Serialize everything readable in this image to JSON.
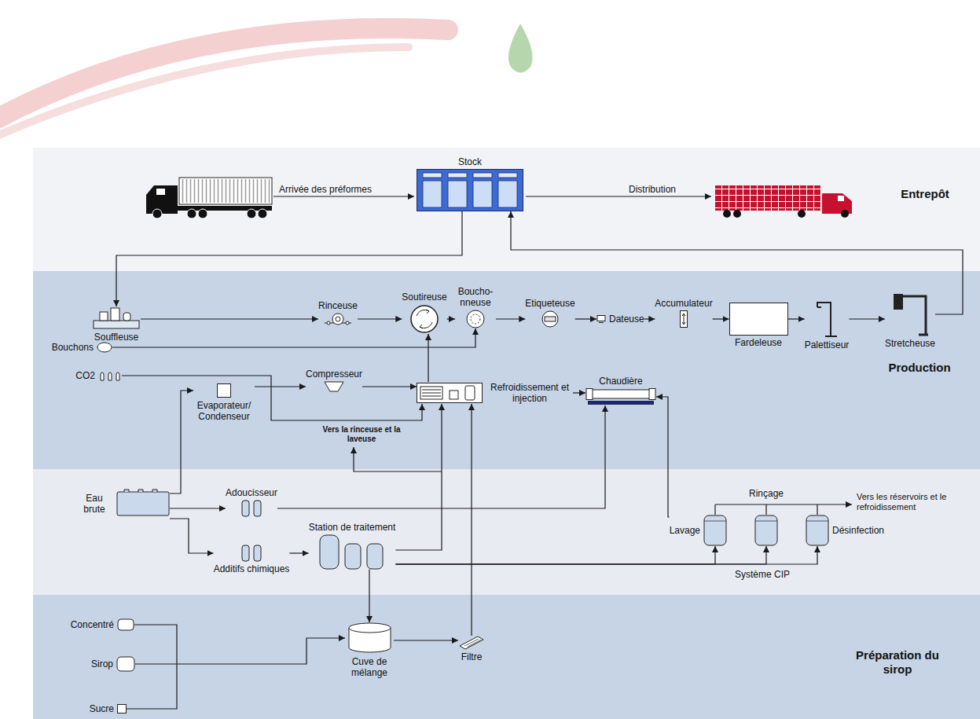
{
  "diagram": {
    "nodes": [
      {
        "text": [
          "Entrepôt"
        ]
      },
      {
        "text": [
          "Stock"
        ],
        "in": 0
      },
      {
        "text": [
          "Production"
        ]
      },
      {
        "text": [
          "Souffleuse"
        ],
        "in": 2
      },
      {
        "text": [
          "Rinceuse"
        ],
        "in": 2
      },
      {
        "text": [
          "Soutireuse"
        ],
        "in": 2
      },
      {
        "text": [
          "Boucho- nneuse"
        ],
        "in": 2
      },
      {
        "text": [
          "Etiqueteuse"
        ],
        "in": 2
      },
      {
        "text": [
          "Dateuse"
        ],
        "in": 2
      },
      {
        "text": [
          "Accumulateur"
        ],
        "in": 2
      },
      {
        "text": [
          "Fardeleuse"
        ],
        "in": 2
      },
      {
        "text": [
          "Palettiseur"
        ],
        "in": 2
      },
      {
        "text": [
          "Stretcheuse"
        ],
        "in": 2
      },
      {
        "text": [
          "Bouchons"
        ],
        "in": 2
      },
      {
        "text": [
          "CO2"
        ],
        "in": 2
      },
      {
        "text": [
          "Compresseur"
        ],
        "in": 2
      },
      {
        "text": [
          "Refroidissement et injection"
        ],
        "in": 2
      },
      {
        "text": [
          "Chaudière"
        ],
        "in": 2
      },
      {
        "text": [
          "Evaporateur/ Condenseur"
        ],
        "in": 2
      },
      {
        "text": [
          "Eau brute"
        ]
      },
      {
        "text": [
          "Adoucisseur"
        ]
      },
      {
        "text": [
          "Additifs chimiques"
        ]
      },
      {
        "text": [
          "Station de traitement"
        ]
      },
      {
        "text": [
          "Lavage"
        ]
      },
      {
        "text": [
          "Rinçage"
        ]
      },
      {
        "text": [
          "Désinfection"
        ]
      },
      {
        "text": [
          "Préparation du sirop"
        ]
      },
      {
        "text": [
          "Concentré"
        ],
        "in": 26
      },
      {
        "text": [
          "Sirop"
        ],
        "in": 26
      },
      {
        "text": [
          "Sucre"
        ],
        "in": 26
      },
      {
        "text": [
          "Cuve de mélange"
        ],
        "in": 26
      },
      {
        "text": [
          "Filtre"
        ],
        "in": 26
      }
    ],
    "edges": [
      {
        "from": 1,
        "to": 3,
        "arrow": "to"
      },
      {
        "from": 3,
        "to": 4,
        "arrow": "to"
      },
      {
        "from": 4,
        "to": 5,
        "arrow": "to"
      },
      {
        "from": 5,
        "to": 6,
        "arrow": "to"
      },
      {
        "from": 6,
        "to": 7,
        "arrow": "to"
      },
      {
        "from": 7,
        "to": 8,
        "arrow": "to"
      },
      {
        "from": 8,
        "to": 9,
        "arrow": "to"
      },
      {
        "from": 9,
        "to": 10,
        "arrow": "to"
      },
      {
        "from": 10,
        "to": 11,
        "arrow": "to"
      },
      {
        "from": 11,
        "to": 12,
        "arrow": "to"
      },
      {
        "from": 12,
        "to": 1,
        "arrow": "to"
      },
      {
        "from": 13,
        "to": 6,
        "arrow": "to"
      },
      {
        "from": 14,
        "to": 16,
        "arrow": "to"
      },
      {
        "from": 18,
        "to": 15,
        "arrow": "to"
      },
      {
        "from": 15,
        "to": 16,
        "arrow": "to"
      },
      {
        "from": 16,
        "to": 5,
        "arrow": "to"
      },
      {
        "from": 16,
        "to": 17,
        "arrow": "to"
      },
      {
        "from": 19,
        "to": 18,
        "arrow": "to"
      },
      {
        "from": 19,
        "to": 20,
        "arrow": "to"
      },
      {
        "from": 19,
        "to": 21,
        "arrow": "to"
      },
      {
        "from": 20,
        "to": 17,
        "arrow": "to"
      },
      {
        "from": 21,
        "to": 22,
        "arrow": "to"
      },
      {
        "from": 22,
        "to": 16,
        "arrow": "to"
      },
      {
        "from": 22,
        "to": 30,
        "arrow": "to"
      },
      {
        "from": 22,
        "to": 23,
        "arrow": "to"
      },
      {
        "from": 22,
        "to": 24,
        "arrow": "to"
      },
      {
        "from": 22,
        "to": 25,
        "arrow": "to"
      },
      {
        "from": 23,
        "to": 17,
        "arrow": "to"
      },
      {
        "from": 27,
        "to": 29,
        "arrow": "none"
      },
      {
        "from": 28,
        "to": 30,
        "arrow": "to"
      },
      {
        "from": 30,
        "to": 31,
        "arrow": "to"
      },
      {
        "from": 31,
        "to": 16,
        "arrow": "to"
      }
    ],
    "labels": [
      "Arrivée des préformes",
      "Distribution",
      "Vers la rinceuse et la laveuse",
      "Système CIP",
      "Vers les réservoirs et le refroidissement"
    ]
  }
}
